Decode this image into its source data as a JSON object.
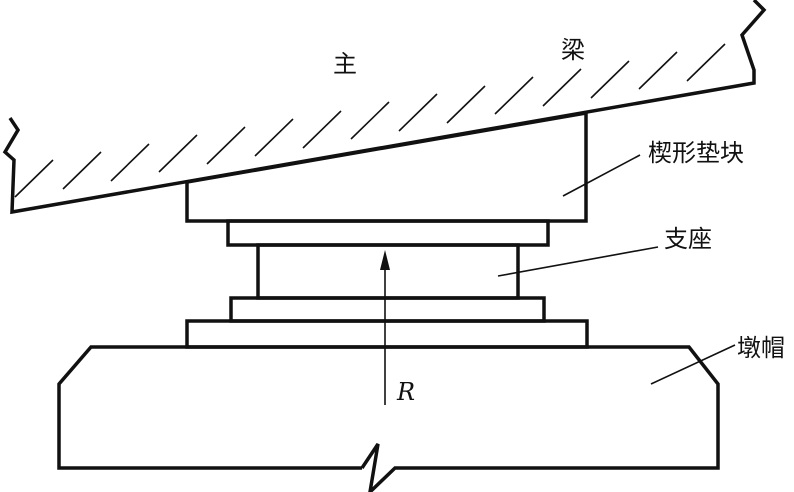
{
  "labels": {
    "main_beam_left": "主",
    "main_beam_right": "梁",
    "wedge_block": "楔形垫块",
    "bearing": "支座",
    "pier_cap": "墩帽",
    "reaction": "R"
  },
  "colors": {
    "line": "#111111",
    "background": "#ffffff"
  }
}
